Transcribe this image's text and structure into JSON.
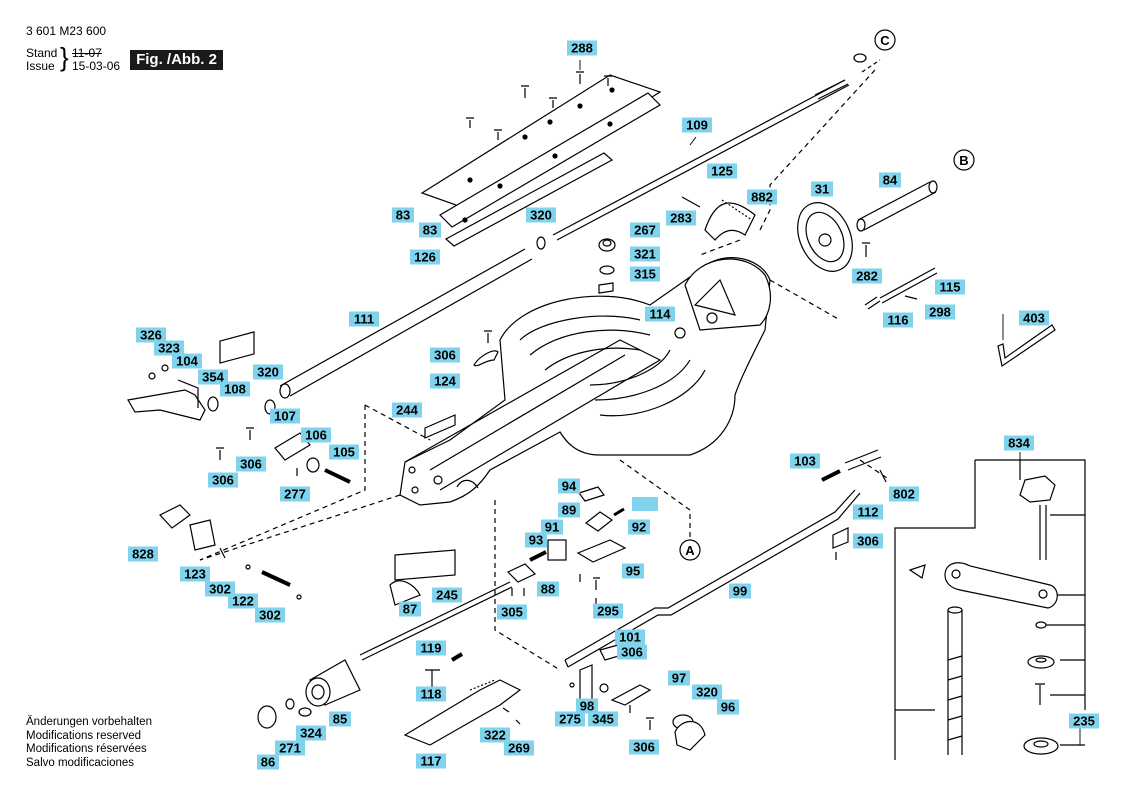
{
  "header": {
    "part_number": "3 601 M23 600",
    "stand_label": "Stand",
    "issue_label": "Issue",
    "stand_value": "11-07",
    "issue_value": "15-03-06",
    "figure_label": "Fig. /Abb. 2"
  },
  "notes": [
    "Änderungen vorbehalten",
    "Modifications reserved",
    "Modifications réservées",
    "Salvo modificaciones"
  ],
  "refs": {
    "a": "A",
    "b": "B",
    "c": "C"
  },
  "colors": {
    "callout": "#7fd3ec",
    "ink": "#000000",
    "figbox": "#1a1a1a"
  },
  "parts": {
    "p288": "288",
    "p109": "109",
    "p83a": "83",
    "p83b": "83",
    "p126": "126",
    "p320a": "320",
    "p125": "125",
    "p882": "882",
    "p283": "283",
    "p267": "267",
    "p321": "321",
    "p315": "315",
    "p31": "31",
    "p84": "84",
    "p282": "282",
    "p115": "115",
    "p116": "116",
    "p298": "298",
    "p403": "403",
    "p111": "111",
    "p114": "114",
    "p326": "326",
    "p323": "323",
    "p104": "104",
    "p354": "354",
    "p108": "108",
    "p320b": "320",
    "p306a": "306",
    "p124": "124",
    "p244": "244",
    "p107": "107",
    "p106": "106",
    "p105": "105",
    "p306b": "306",
    "p306c": "306",
    "p277": "277",
    "p94": "94",
    "p89": "89",
    "p92": "92",
    "p91": "91",
    "p93": "93",
    "p95": "95",
    "p88": "88",
    "p103": "103",
    "p802": "802",
    "p112": "112",
    "p306d": "306",
    "p834": "834",
    "p828": "828",
    "p123": "123",
    "p302a": "302",
    "p122": "122",
    "p302b": "302",
    "p245": "245",
    "p87": "87",
    "p305": "305",
    "p295": "295",
    "p99": "99",
    "p101": "101",
    "p306e": "306",
    "p119": "119",
    "p118": "118",
    "p97": "97",
    "p320c": "320",
    "p96": "96",
    "p98": "98",
    "p275": "275",
    "p345": "345",
    "p306f": "306",
    "p85": "85",
    "p324": "324",
    "p271": "271",
    "p86": "86",
    "p322": "322",
    "p269": "269",
    "p117": "117",
    "p235": "235"
  }
}
